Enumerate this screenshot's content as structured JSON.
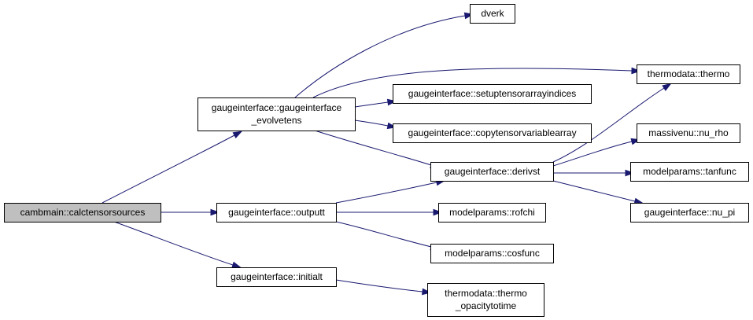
{
  "nodes": [
    {
      "id": "calctensorsources",
      "lines": [
        "cambmain::calctensorsources"
      ],
      "root": true
    },
    {
      "id": "evolvetens",
      "lines": [
        "gaugeinterface::gaugeinterface",
        "_evolvetens"
      ]
    },
    {
      "id": "outputt",
      "lines": [
        "gaugeinterface::outputt"
      ]
    },
    {
      "id": "initialt",
      "lines": [
        "gaugeinterface::initialt"
      ]
    },
    {
      "id": "dverk",
      "lines": [
        "dverk"
      ]
    },
    {
      "id": "thermo",
      "lines": [
        "thermodata::thermo"
      ]
    },
    {
      "id": "setuptensor",
      "lines": [
        "gaugeinterface::setuptensorarrayindices"
      ]
    },
    {
      "id": "copytensor",
      "lines": [
        "gaugeinterface::copytensorvariablearray"
      ]
    },
    {
      "id": "derivst",
      "lines": [
        "gaugeinterface::derivst"
      ]
    },
    {
      "id": "rofchi",
      "lines": [
        "modelparams::rofchi"
      ]
    },
    {
      "id": "cosfunc",
      "lines": [
        "modelparams::cosfunc"
      ]
    },
    {
      "id": "opacity",
      "lines": [
        "thermodata::thermo",
        "_opacitytotime"
      ]
    },
    {
      "id": "nu_rho",
      "lines": [
        "massivenu::nu_rho"
      ]
    },
    {
      "id": "tanfunc",
      "lines": [
        "modelparams::tanfunc"
      ]
    },
    {
      "id": "nu_pi",
      "lines": [
        "gaugeinterface::nu_pi"
      ]
    }
  ],
  "edges": [
    {
      "from": "calctensorsources",
      "to": "evolvetens"
    },
    {
      "from": "calctensorsources",
      "to": "outputt"
    },
    {
      "from": "calctensorsources",
      "to": "initialt"
    },
    {
      "from": "evolvetens",
      "to": "dverk"
    },
    {
      "from": "evolvetens",
      "to": "thermo"
    },
    {
      "from": "evolvetens",
      "to": "setuptensor"
    },
    {
      "from": "evolvetens",
      "to": "copytensor"
    },
    {
      "from": "evolvetens",
      "to": "derivst"
    },
    {
      "from": "outputt",
      "to": "derivst"
    },
    {
      "from": "outputt",
      "to": "rofchi"
    },
    {
      "from": "outputt",
      "to": "cosfunc"
    },
    {
      "from": "initialt",
      "to": "opacity"
    },
    {
      "from": "derivst",
      "to": "thermo"
    },
    {
      "from": "derivst",
      "to": "nu_rho"
    },
    {
      "from": "derivst",
      "to": "tanfunc"
    },
    {
      "from": "derivst",
      "to": "nu_pi"
    }
  ],
  "colors": {
    "edge": "#191970",
    "root_fill": "#bfbfbf",
    "node_fill": "#ffffff",
    "node_stroke": "#000000"
  }
}
